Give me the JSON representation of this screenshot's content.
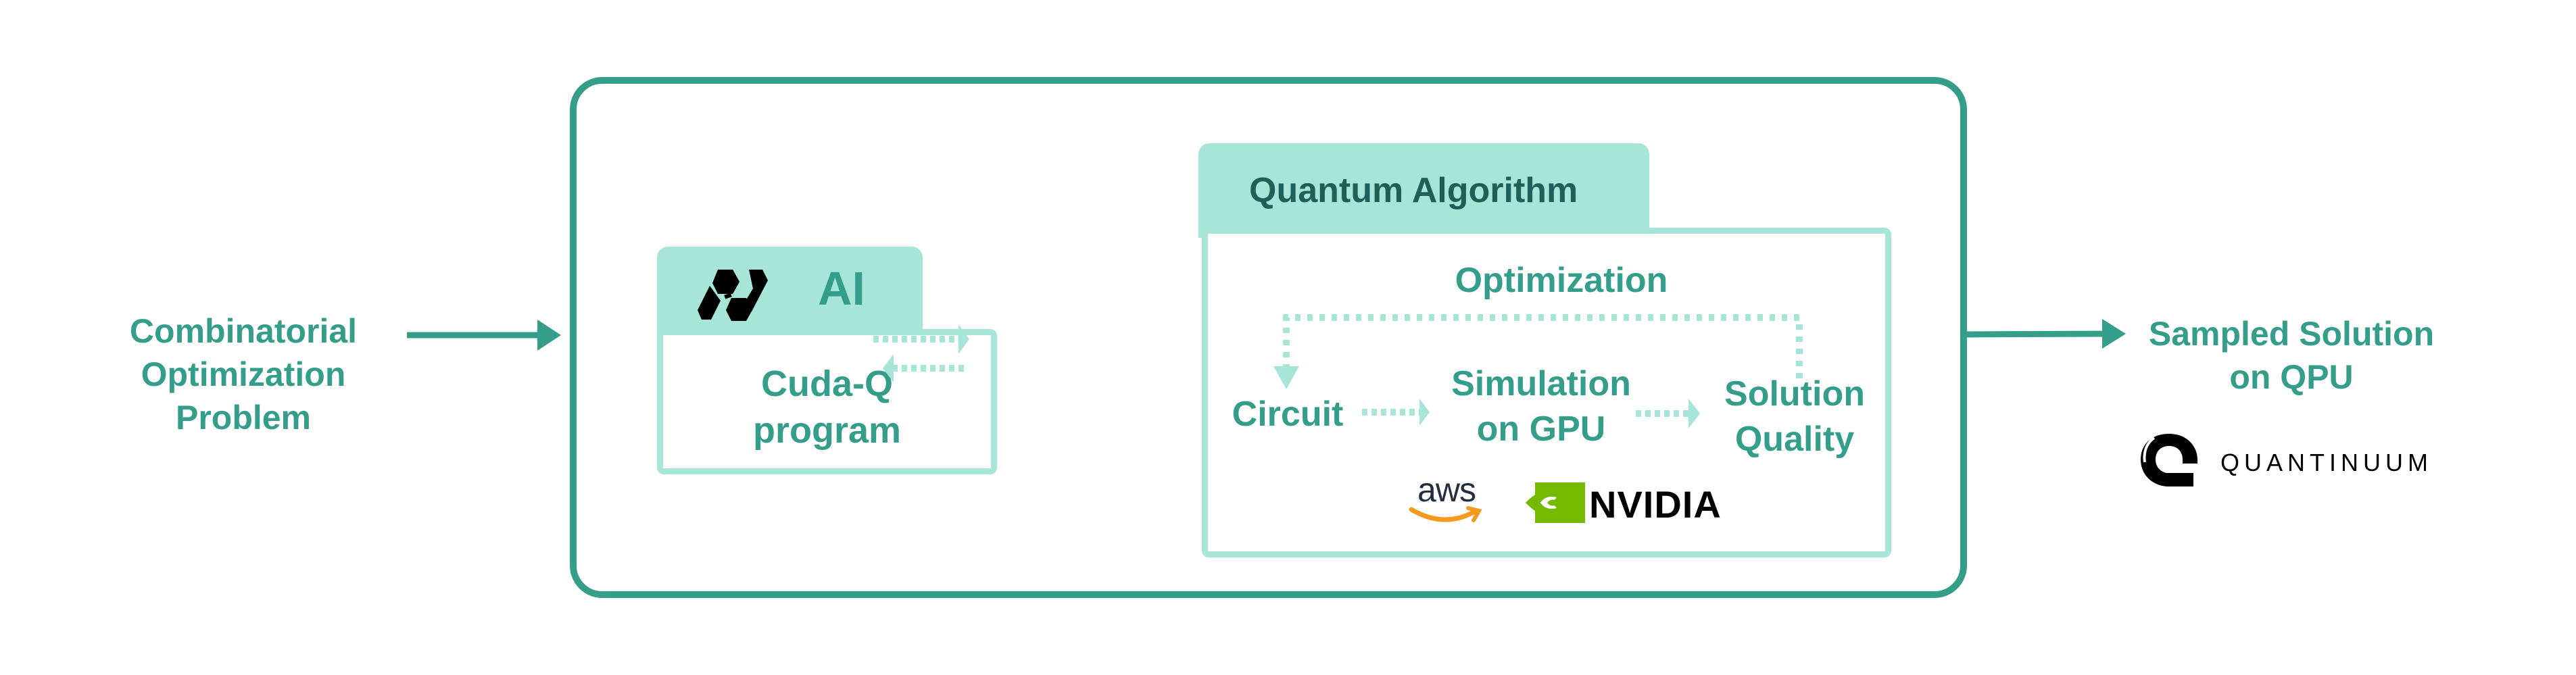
{
  "input": {
    "label_lines": [
      "Combinatorial",
      "Optimization",
      "Problem"
    ]
  },
  "ai_module": {
    "tab_label": "AI",
    "tab_icon": "hexagon-h-logo-icon",
    "body_lines": [
      "Cuda-Q",
      "program"
    ]
  },
  "quantum_algorithm": {
    "tab_label": "Quantum Algorithm",
    "loop_label": "Optimization",
    "steps": [
      {
        "lines": [
          "Circuit"
        ]
      },
      {
        "lines": [
          "Simulation",
          "on GPU"
        ]
      },
      {
        "lines": [
          "Solution",
          "Quality"
        ]
      }
    ],
    "logos": {
      "aws": "aws",
      "nvidia": "NVIDIA"
    }
  },
  "output": {
    "label_lines": [
      "Sampled Solution",
      "on QPU"
    ],
    "logo_text": "QUANTINUUM"
  },
  "colors": {
    "teal": "#359e8b",
    "mint": "#a6e5d7",
    "dark_teal": "#1e5f57",
    "aws_orange": "#f59a1e",
    "nvidia_green": "#76b900"
  }
}
